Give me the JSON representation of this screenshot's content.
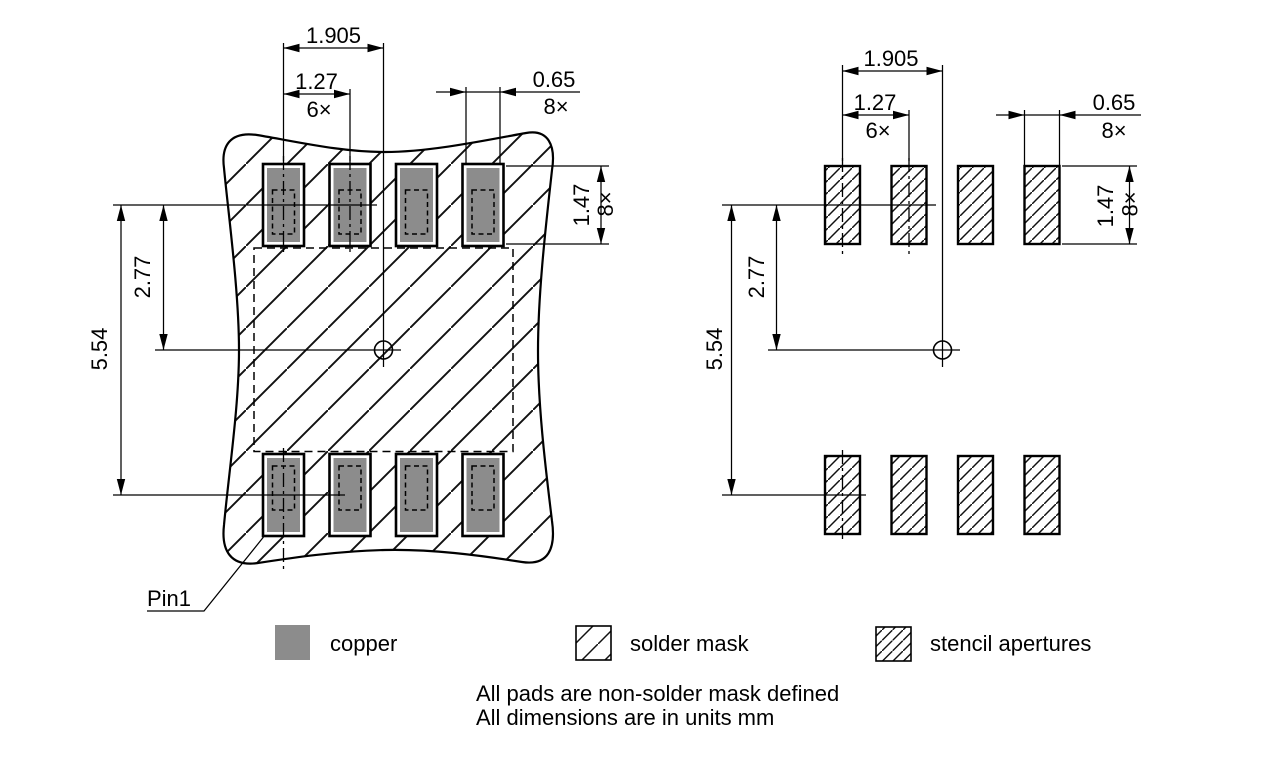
{
  "drawing": {
    "views": {
      "land": {
        "pitch_pair": "1.905",
        "pitch": "1.27",
        "pitch_qty": "6×",
        "pad_width": "0.65",
        "pad_width_qty": "8×",
        "pad_height": "1.47",
        "pad_height_qty": "8×",
        "center_offset": "2.77",
        "row_spacing": "5.54",
        "pin1_label": "Pin1"
      },
      "stencil": {
        "pitch_pair": "1.905",
        "pitch": "1.27",
        "pitch_qty": "6×",
        "pad_width": "0.65",
        "pad_width_qty": "8×",
        "pad_height": "1.47",
        "pad_height_qty": "8×",
        "center_offset": "2.77",
        "row_spacing": "5.54"
      }
    },
    "legend": {
      "copper_label": "copper",
      "solder_mask_label": "solder mask",
      "stencil_label": "stencil apertures"
    },
    "notes": {
      "note1": "All pads are non-solder mask defined",
      "note2": "All dimensions are in units mm"
    },
    "colors": {
      "copper": "#8c8c8c",
      "line": "#000000",
      "background": "#ffffff"
    }
  }
}
